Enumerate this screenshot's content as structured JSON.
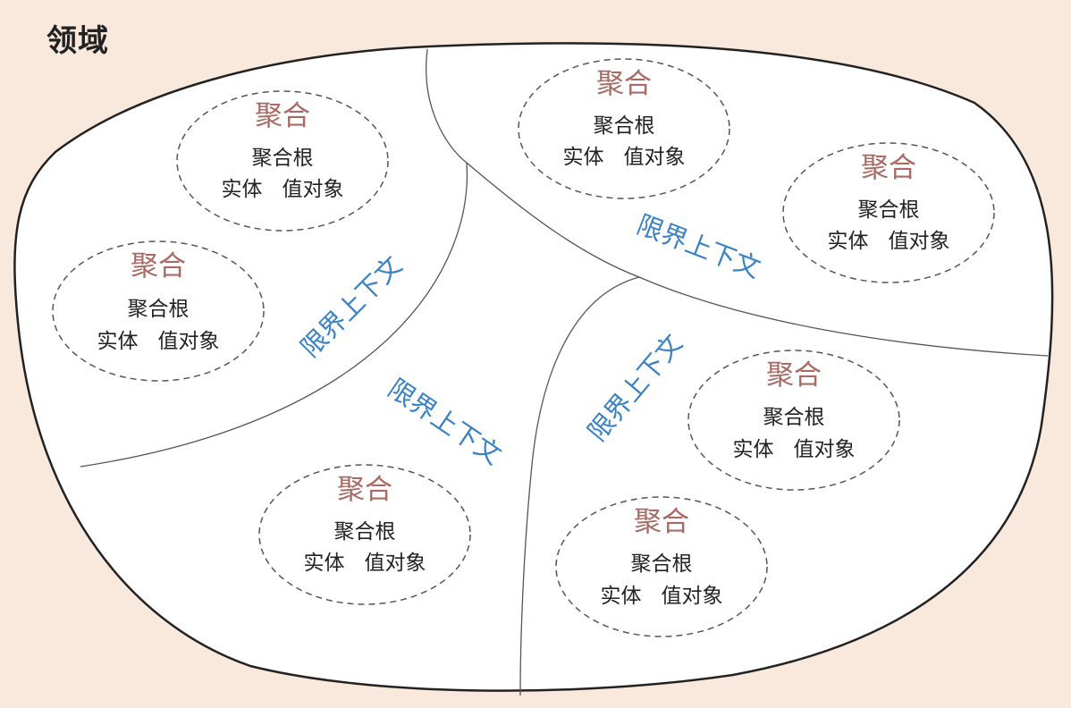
{
  "domain": {
    "label": "领域"
  },
  "bounded_contexts": [
    {
      "label": "限界上下文",
      "aggregates": [
        {
          "title": "聚合",
          "root": "聚合根",
          "members": "实体   值对象"
        },
        {
          "title": "聚合",
          "root": "聚合根",
          "members": "实体   值对象"
        }
      ]
    },
    {
      "label": "限界上下文",
      "aggregates": [
        {
          "title": "聚合",
          "root": "聚合根",
          "members": "实体   值对象"
        },
        {
          "title": "聚合",
          "root": "聚合根",
          "members": "实体   值对象"
        }
      ]
    },
    {
      "label": "限界上下文",
      "aggregates": [
        {
          "title": "聚合",
          "root": "聚合根",
          "members": "实体   值对象"
        }
      ]
    },
    {
      "label": "限界上下文",
      "aggregates": [
        {
          "title": "聚合",
          "root": "聚合根",
          "members": "实体   值对象"
        },
        {
          "title": "聚合",
          "root": "聚合根",
          "members": "实体   值对象"
        }
      ]
    }
  ],
  "colors": {
    "background": "#f9e9dc",
    "aggregate_title": "#a86a64",
    "bounded_context_label": "#3b82c4",
    "text": "#222222"
  }
}
